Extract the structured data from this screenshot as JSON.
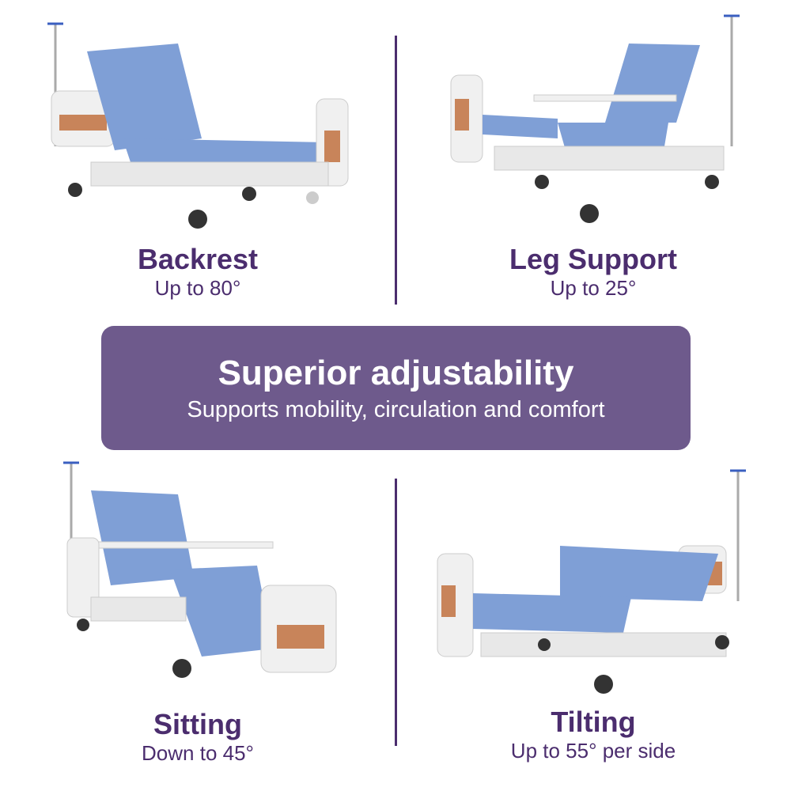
{
  "colors": {
    "caption_text": "#4b2d6e",
    "divider": "#4b2d6e",
    "banner_bg": "#6e5a8c",
    "banner_text": "#ffffff",
    "mattress": "#7f9fd6",
    "frame": "#e8e8e8",
    "wood_panel": "#c8845a"
  },
  "panels": [
    {
      "title": "Backrest",
      "subtitle": "Up to 80°"
    },
    {
      "title": "Leg Support",
      "subtitle": "Up to 25°"
    },
    {
      "title": "Sitting",
      "subtitle": "Down to 45°"
    },
    {
      "title": "Tilting",
      "subtitle": "Up to 55° per side"
    }
  ],
  "banner": {
    "heading": "Superior adjustability",
    "subheading": "Supports mobility, circulation and comfort"
  }
}
